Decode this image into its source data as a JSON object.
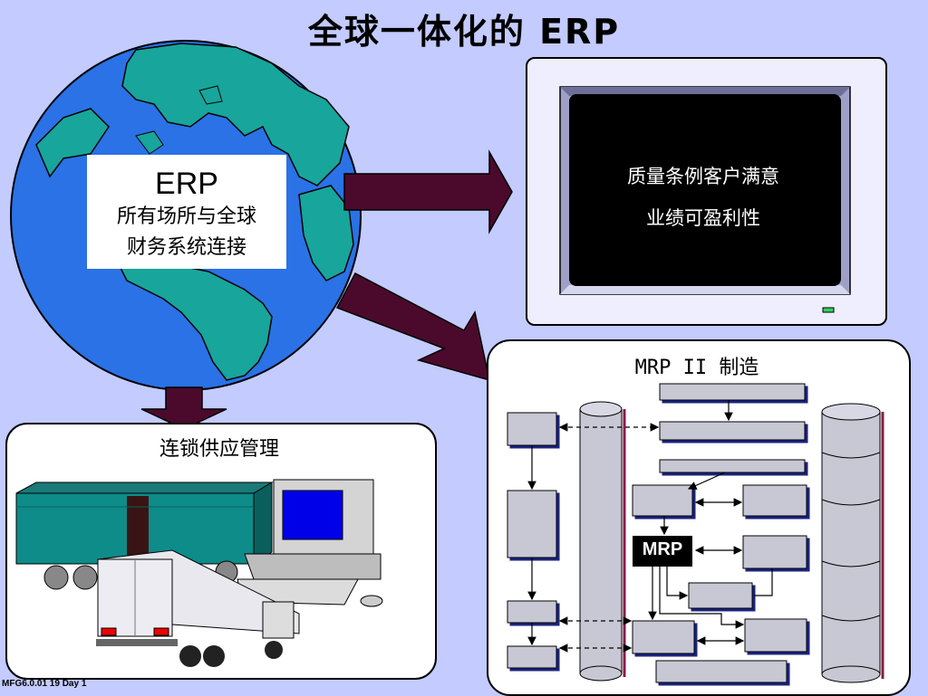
{
  "title": "全球一体化的 ERP",
  "erp_box": {
    "heading": "ERP",
    "line1": "所有场所与全球",
    "line2": "财务系统连接"
  },
  "monitor": {
    "line1": "质量条例客户满意",
    "line2": "业绩可盈利性"
  },
  "supply_chain": {
    "title": "连锁供应管理"
  },
  "mrp_panel": {
    "title": "MRP II 制造",
    "mrp_label": "MRP"
  },
  "footer": "MFG6.0.01  19  Day 1",
  "colors": {
    "background": "#c3cbff",
    "arrow": "#4b0a2c",
    "ocean": "#1e6fe0",
    "land": "#1aa39a",
    "screen": "#000000"
  }
}
